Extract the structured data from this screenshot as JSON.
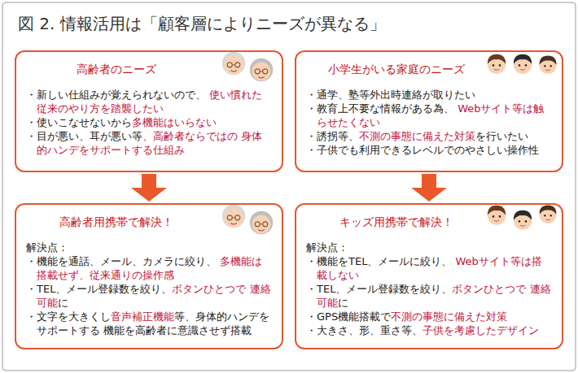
{
  "diagram": {
    "title": "図 2. 情報活用は「顧客層によりニーズが異なる」",
    "nodes": [
      {
        "text": [
          "高齢者のニーズ",
          "・新しい仕組みが覚えられないので、 使い慣れた従来のやり方を踏襲したい",
          "・使いこなせないから多機能はいらない",
          "・目が悪い、耳が悪い等、高齢者ならではの 身体的ハンデをサポートする仕組み"
        ]
      },
      {
        "text": [
          "小学生がいる家庭のニーズ",
          "・通学、塾等外出時連絡が取りたい",
          "・教育上不要な情報がある為、 Webサイト等は触らせたくない",
          "・誘拐等、不測の事態に備えた対策を行いたい",
          "・子供でも利用できるレベルでのやさしい操作性"
        ]
      },
      {
        "text": [
          "高齢者用携帯で解決！",
          "解決点：",
          "・機能を通話、メール、カメラに絞り、 多機能は搭載せず、従来通りの操作感",
          "・TEL、メール登録数を絞り、ボタンひとつで 連絡可能に",
          "・文字を大きくし音声補正機能等、身体的ハンデを サポートする 機能を高齢者に意識させず搭載"
        ]
      },
      {
        "text": [
          "キッズ用携帯で解決！",
          "解決点：",
          "・機能をTEL、メールに絞り、 Webサイト等は搭載しない",
          "・TEL、メール登録数を絞り、ボタンひとつで 連絡可能に",
          "・GPS機能搭載で不測の事態に備えた対策",
          "・大きさ、形、重さ等、子供を考慮したデザイン"
        ]
      }
    ],
    "edges": [
      {
        "from": 0,
        "to": 2,
        "arrow": "to"
      },
      {
        "from": 1,
        "to": 3,
        "arrow": "to"
      }
    ]
  }
}
